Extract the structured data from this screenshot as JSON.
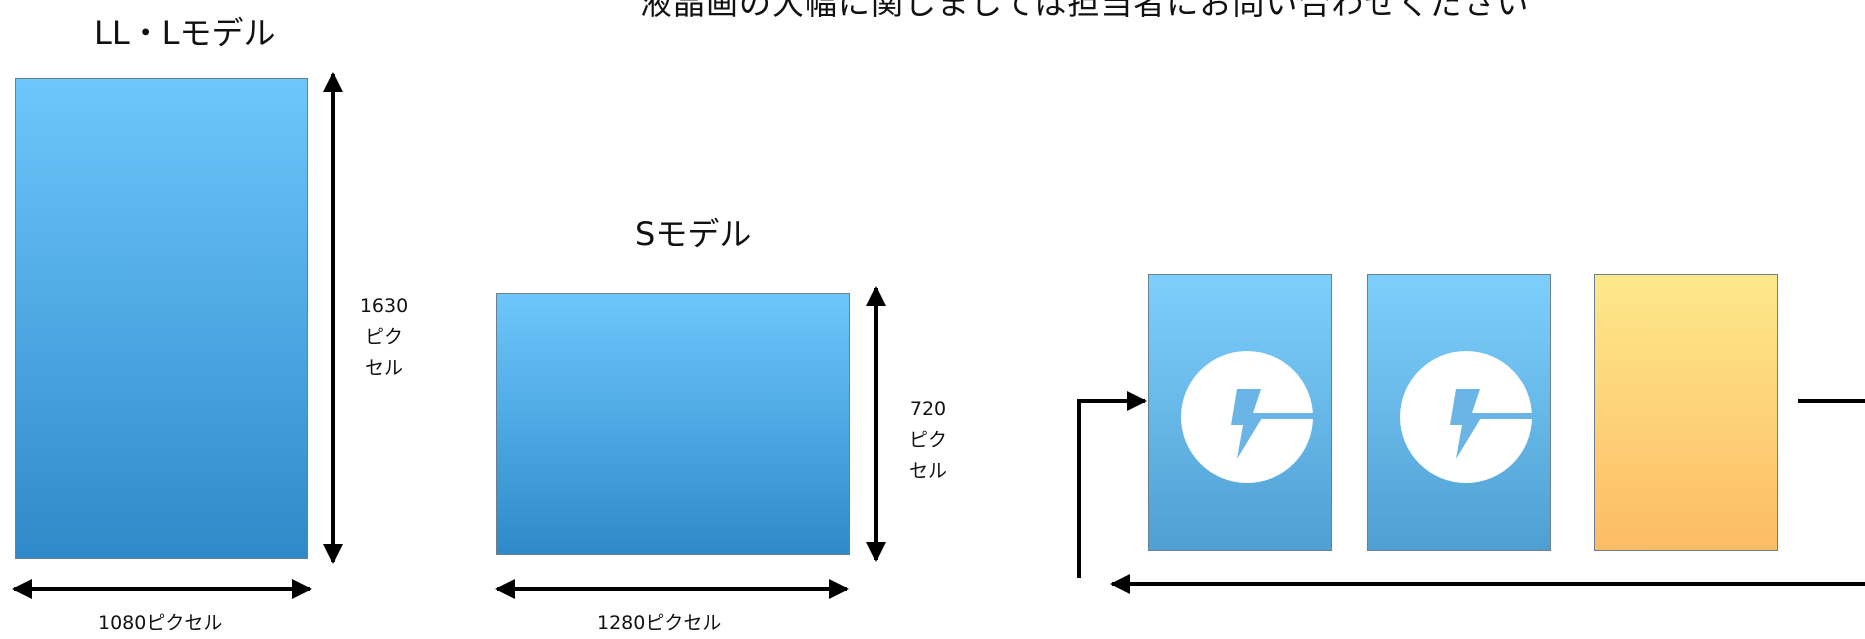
{
  "header_text": "液晶画の大幅に関しましては担当者にお問い合わせください",
  "ll_model": {
    "title": "LL・Lモデル",
    "height_label": [
      "1630",
      "ピク",
      "セル"
    ],
    "width_label": "1080ピクセル"
  },
  "s_model": {
    "title": "Sモデル",
    "height_label": [
      "720",
      "ピク",
      "セル"
    ],
    "width_label": "1280ピクセル"
  },
  "rotation": {
    "screens": [
      {
        "color": "blue",
        "icon": "lightning-logo-icon"
      },
      {
        "color": "blue",
        "icon": "lightning-logo-icon"
      },
      {
        "color": "yellow",
        "icon": ""
      }
    ]
  },
  "colors": {
    "blue_top": "#6ec6fd",
    "blue_bottom": "#2e8ac8",
    "yellow_top": "#fde98a",
    "yellow_bottom": "#fdbb66",
    "arrow": "#000000"
  }
}
